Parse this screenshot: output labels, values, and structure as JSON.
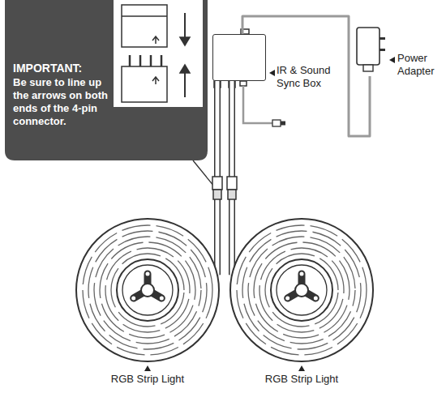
{
  "diagram": {
    "nodes": [
      {
        "text": [
          "IMPORTANT:",
          "Be sure to line up the arrows on both ends of the 4-pin connector."
        ]
      },
      {
        "text": [
          "IR & Sound Sync Box"
        ]
      },
      {
        "text": [
          "Power Adapter"
        ]
      },
      {
        "text": [
          "RGB Strip Light"
        ]
      },
      {
        "text": [
          "RGB Strip Light"
        ]
      }
    ],
    "edges": [
      {
        "from": 2,
        "to": 1,
        "arrow": "none"
      },
      {
        "from": 1,
        "to": 3,
        "arrow": "none"
      },
      {
        "from": 1,
        "to": 4,
        "arrow": "none"
      }
    ]
  }
}
